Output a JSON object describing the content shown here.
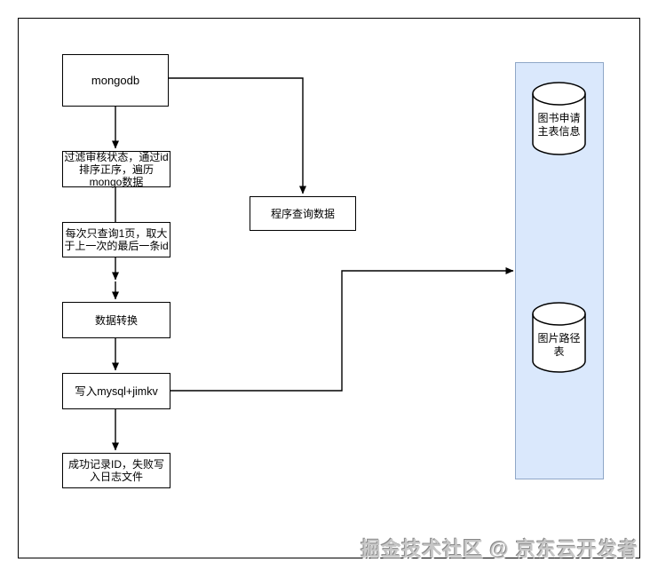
{
  "diagram": {
    "nodes": [
      {
        "id": "mongodb",
        "label": "mongodb"
      },
      {
        "id": "filter",
        "label": "过滤审核状态，通过id\n排序正序，遍历\nmongo数据"
      },
      {
        "id": "paging",
        "label": "每次只查询1页，取大\n于上一次的最后一条id"
      },
      {
        "id": "transform",
        "label": "数据转换"
      },
      {
        "id": "write",
        "label": "写入mysql+jimkv"
      },
      {
        "id": "log",
        "label": "成功记录ID，失败写\n入日志文件"
      },
      {
        "id": "query",
        "label": "程序查询数据"
      }
    ],
    "databases": [
      {
        "id": "book-main",
        "label": "图书申请\n主表信息"
      },
      {
        "id": "image-path",
        "label": "图片路径\n表"
      }
    ]
  },
  "watermark": {
    "text": "掘金技术社区 @ 京东云开发者"
  },
  "colors": {
    "panel_fill": "#dae8fc",
    "panel_border": "#8fa7c7",
    "line": "#000000",
    "box_fill": "#ffffff",
    "box_border": "#000000"
  }
}
